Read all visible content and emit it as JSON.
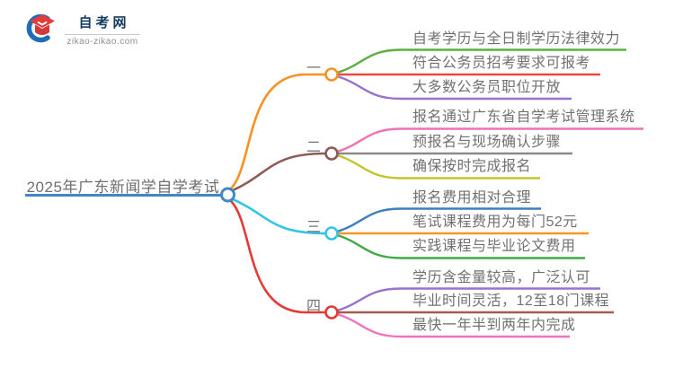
{
  "logo": {
    "title": "自考网",
    "domain": "zikao-zikao.com",
    "icon": "graduation-cap-icon",
    "crescent_color": "#1f6db5",
    "cap_color": "#e23d3b"
  },
  "mindmap": {
    "root": {
      "label": "2025年广东新闻学自学考试",
      "color": "#3e87c9"
    },
    "branches": [
      {
        "label": "一",
        "color": "#f69224",
        "items": [
          {
            "text": "自考学历与全日制学历法律效力",
            "color": "#5caf40"
          },
          {
            "text": "符合公务员招考要求可报考",
            "color": "#e84a3f"
          },
          {
            "text": "大多数公务员职位开放",
            "color": "#9873cc"
          }
        ]
      },
      {
        "label": "二",
        "color": "#8c5c54",
        "items": [
          {
            "text": "报名通过广东省自学考试管理系统",
            "color": "#ef72b2"
          },
          {
            "text": "预报名与现场确认步骤",
            "color": "#8a8a8a"
          },
          {
            "text": "确保按时完成报名",
            "color": "#c3c52f"
          }
        ]
      },
      {
        "label": "三",
        "color": "#35c5e4",
        "items": [
          {
            "text": "报名费用相对合理",
            "color": "#3e7ec0"
          },
          {
            "text": "笔试课程费用为每门52元",
            "color": "#f9941f"
          },
          {
            "text": "实践课程与毕业论文费用",
            "color": "#3fa945"
          }
        ]
      },
      {
        "label": "四",
        "color": "#e43b37",
        "items": [
          {
            "text": "学历含金量较高，广泛认可",
            "color": "#9873cc"
          },
          {
            "text": "毕业时间灵活，12至18门课程",
            "color": "#a55b51"
          },
          {
            "text": "最快一年半到两年内完成",
            "color": "#ef73be"
          }
        ]
      }
    ]
  }
}
